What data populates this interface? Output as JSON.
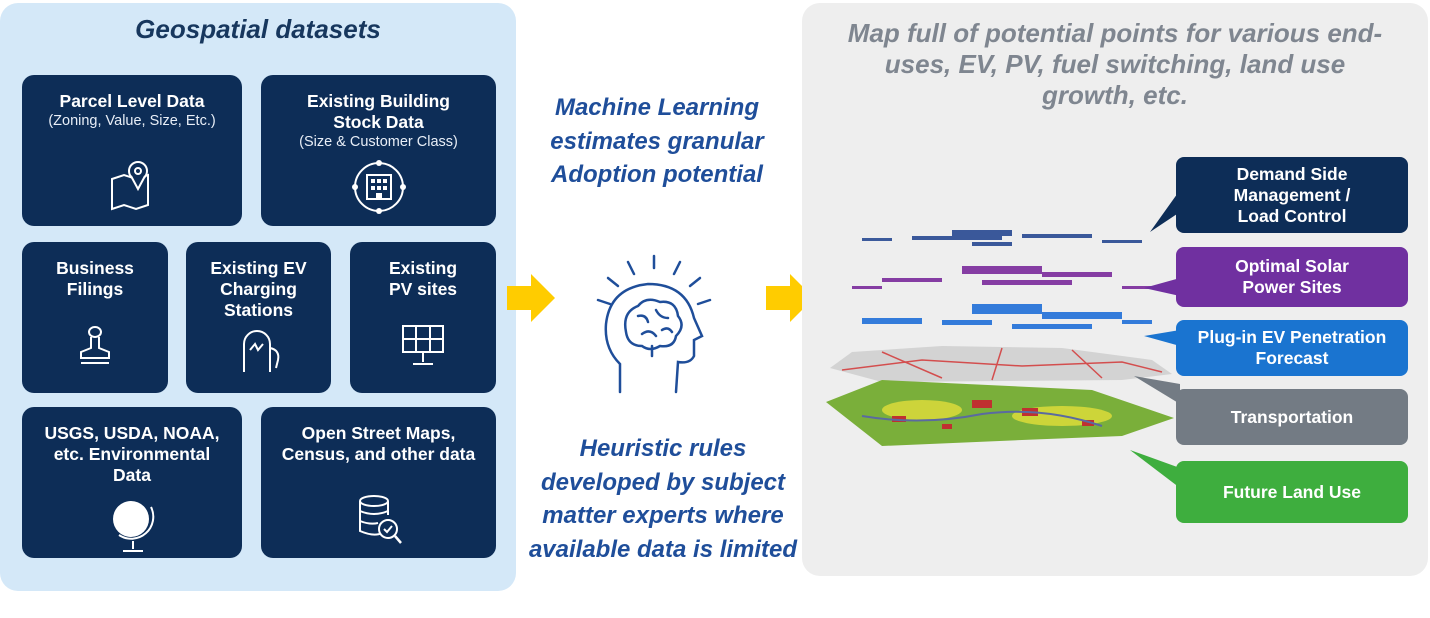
{
  "left": {
    "title": "Geospatial datasets",
    "tiles": [
      {
        "title": "Parcel Level Data",
        "subtitle": "(Zoning, Value, Size, Etc.)",
        "icon": "map-pin-icon"
      },
      {
        "title": "Existing Building Stock Data",
        "subtitle": "(Size & Customer Class)",
        "icon": "building-icon"
      },
      {
        "title": "Business Filings",
        "icon": "stamp-icon"
      },
      {
        "title": "Existing EV Charging Stations",
        "icon": "ev-charger-icon"
      },
      {
        "title": "Existing PV sites",
        "icon": "solar-panel-icon"
      },
      {
        "title": "USGS, USDA, NOAA, etc. Environmental Data",
        "icon": "globe-icon"
      },
      {
        "title": "Open Street Maps, Census, and other data",
        "icon": "database-search-icon"
      }
    ]
  },
  "middle": {
    "ml_text": "Machine Learning estimates granular Adoption potential",
    "heuristic_text": "Heuristic rules developed by subject matter experts where available data is limited",
    "icon": "brain-head-icon"
  },
  "right": {
    "title": "Map full of potential points for various end-uses, EV, PV, fuel switching, land use growth, etc.",
    "callouts": [
      {
        "label": "Demand Side Management / Load Control",
        "color": "#0d2d57"
      },
      {
        "label": "Optimal Solar Power Sites",
        "color": "#7030a0"
      },
      {
        "label": "Plug-in EV Penetration Forecast",
        "color": "#1a74d0"
      },
      {
        "label": "Transportation",
        "color": "#737b84"
      },
      {
        "label": "Future Land Use",
        "color": "#3eae3e"
      }
    ]
  },
  "colors": {
    "arrow": "#ffcc00",
    "tile": "#0d2d57",
    "left_panel": "#d4e8f8",
    "right_panel": "#eeeeee"
  }
}
